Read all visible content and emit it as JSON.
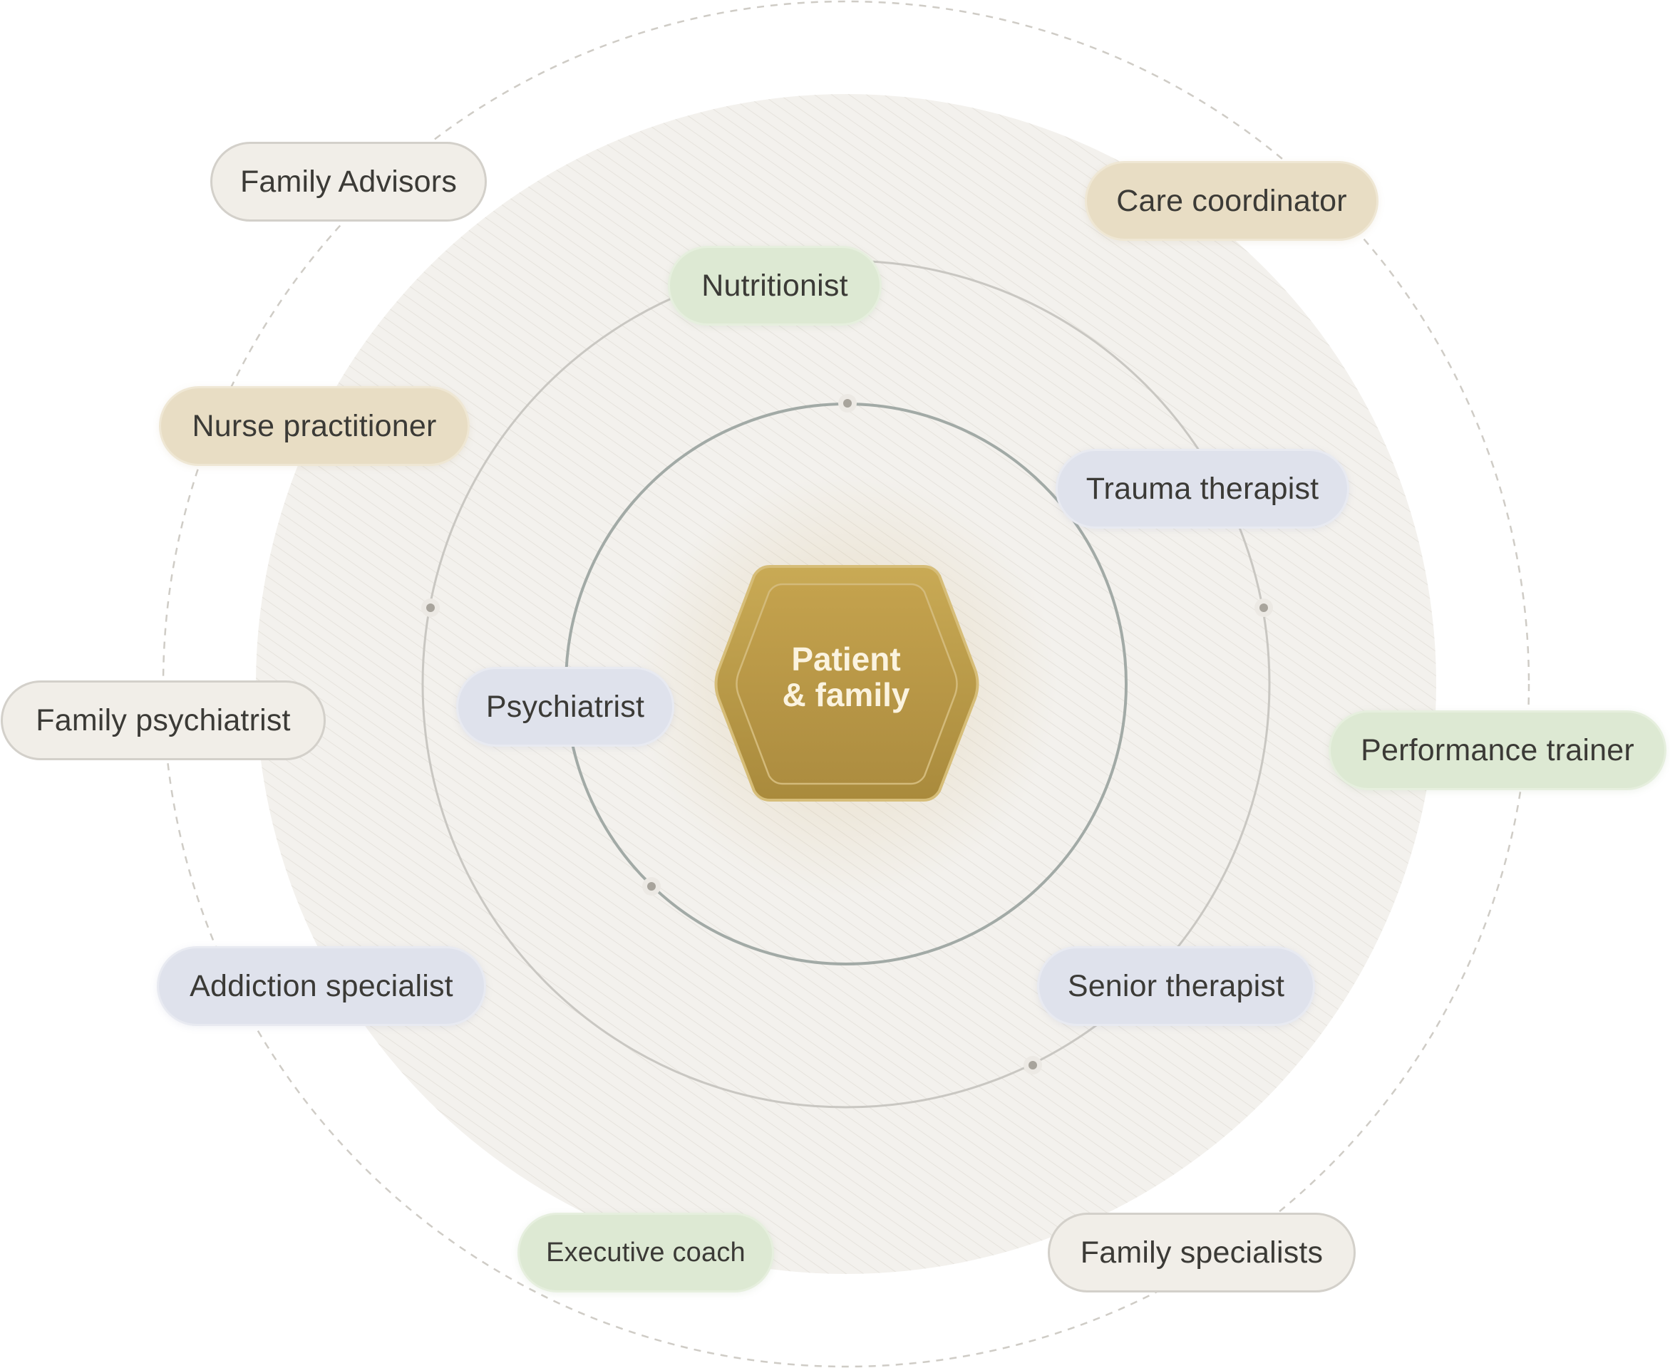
{
  "center": {
    "line1": "Patient",
    "line2": "& family"
  },
  "roles": {
    "family_advisors": "Family Advisors",
    "care_coordinator": "Care coordinator",
    "nutritionist": "Nutritionist",
    "nurse_practitioner": "Nurse practitioner",
    "trauma_therapist": "Trauma therapist",
    "psychiatrist": "Psychiatrist",
    "family_psychiatrist": "Family psychiatrist",
    "performance_trainer": "Performance trainer",
    "addiction_specialist": "Addiction specialist",
    "senior_therapist": "Senior therapist",
    "executive_coach": "Executive coach",
    "family_specialists": "Family specialists"
  },
  "colors": {
    "center_fill": "#b8973f",
    "neutral_pill": "#f1eee8",
    "tan_pill": "#e8ddc4",
    "blue_pill": "#dfe2ec",
    "green_pill": "#dde9d3"
  }
}
